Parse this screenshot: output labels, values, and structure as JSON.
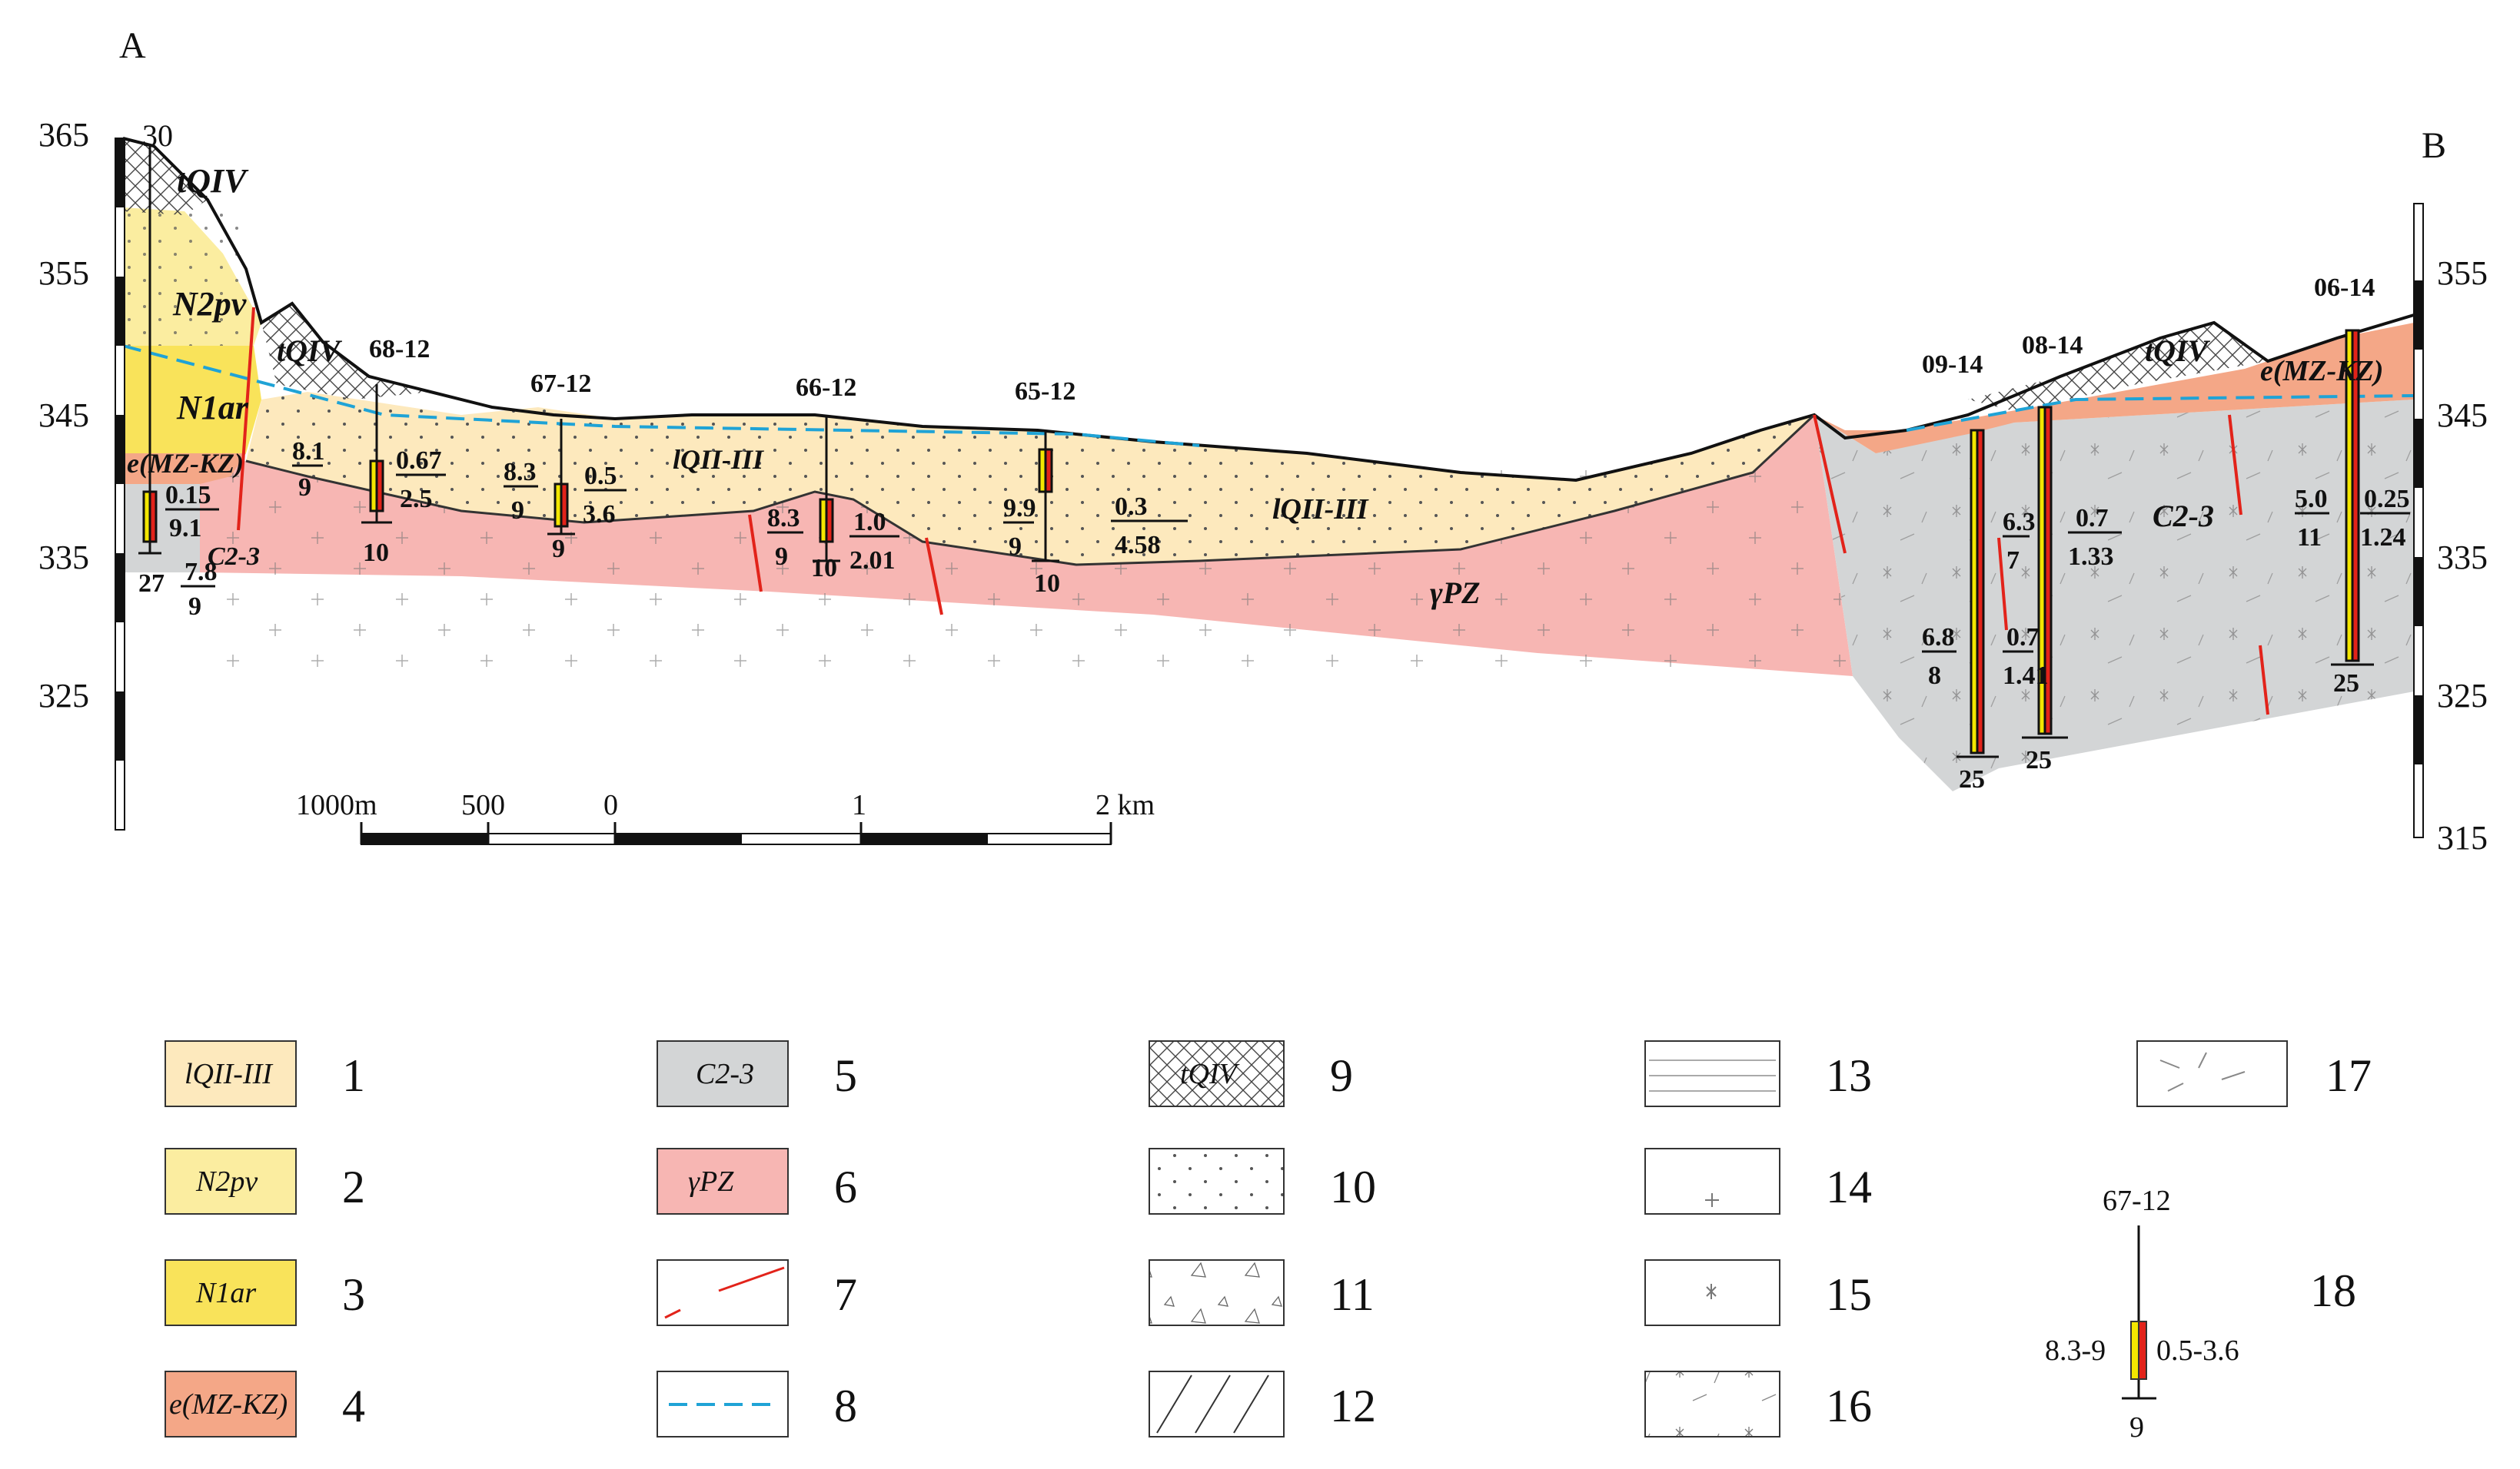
{
  "section": {
    "start": "A",
    "end": "B"
  },
  "elevation_left": [
    "365",
    "355",
    "345",
    "335",
    "325"
  ],
  "elevation_right": [
    "355",
    "345",
    "335",
    "325",
    "315"
  ],
  "units": {
    "tq_top": "tQIV",
    "n2pv": "N2pv",
    "n1ar": "N1ar",
    "e_left": "e(MZ-KZ)",
    "c_left": "C2-3",
    "tq_small": "tQIV",
    "lq_1": "lQII-III",
    "lq_2": "lQII-III",
    "gpz": "γPZ",
    "tq_right": "tQIV",
    "e_right": "e(MZ-KZ)",
    "c_right": "C2-3"
  },
  "wells": [
    {
      "id": "30",
      "top": "0.15",
      "bottom": "9.1",
      "left": "",
      "depth": "27",
      "extra_top": "7.8",
      "extra_bottom": "9"
    },
    {
      "id": "68-12",
      "left_top": "8.1",
      "left_bottom": "9",
      "top": "0.67",
      "bottom": "2.5",
      "depth": "10"
    },
    {
      "id": "67-12",
      "left_top": "8.3",
      "left_bottom": "9",
      "top": "0.5",
      "bottom": "3.6",
      "depth": "9"
    },
    {
      "id": "66-12",
      "left_top": "8.3",
      "left_bottom": "9",
      "top": "1.0",
      "bottom": "2.01",
      "depth": "10"
    },
    {
      "id": "65-12",
      "left_top": "9.9",
      "left_bottom": "9",
      "top": "0.3",
      "bottom": "4.58",
      "depth": "10"
    },
    {
      "id": "09-14",
      "left_top": "6.8",
      "left_bottom": "8",
      "top": "6.3",
      "bottom": "7",
      "depth": "25"
    },
    {
      "id": "08-14",
      "left_top": "0.7",
      "left_bottom": "1.41",
      "top": "0.7",
      "bottom": "1.33",
      "depth": "25"
    },
    {
      "id": "06-14",
      "left_top": "5.0",
      "left_bottom": "11",
      "top": "0.25",
      "bottom": "1.24",
      "depth": "25"
    }
  ],
  "scale": {
    "labels": [
      "1000m",
      "500",
      "0",
      "1",
      "2 km"
    ]
  },
  "legend": [
    {
      "num": "1",
      "tag": "lQII-III",
      "color": "#fde9bd"
    },
    {
      "num": "2",
      "tag": "N2pv",
      "color": "#fbeda0"
    },
    {
      "num": "3",
      "tag": "N1ar",
      "color": "#f9e35a"
    },
    {
      "num": "4",
      "tag": "e(MZ-KZ)",
      "color": "#f4a787"
    },
    {
      "num": "5",
      "tag": "C2-3",
      "color": "#d3d5d6"
    },
    {
      "num": "6",
      "tag": "γPZ",
      "color": "#f7b6b3"
    },
    {
      "num": "7",
      "tag": "",
      "color": "#ffffff"
    },
    {
      "num": "8",
      "tag": "",
      "color": "#ffffff"
    },
    {
      "num": "9",
      "tag": "tQIV",
      "color": "#ffffff"
    },
    {
      "num": "10",
      "tag": "",
      "color": "#ffffff"
    },
    {
      "num": "11",
      "tag": "",
      "color": "#ffffff"
    },
    {
      "num": "12",
      "tag": "",
      "color": "#ffffff"
    },
    {
      "num": "13",
      "tag": "",
      "color": "#ffffff"
    },
    {
      "num": "14",
      "tag": "",
      "color": "#ffffff"
    },
    {
      "num": "15",
      "tag": "",
      "color": "#ffffff"
    },
    {
      "num": "16",
      "tag": "",
      "color": "#ffffff"
    },
    {
      "num": "17",
      "tag": "",
      "color": "#ffffff"
    },
    {
      "num": "18",
      "tag": "",
      "color": "#ffffff"
    }
  ],
  "legend18": {
    "id": "67-12",
    "left": "8.3-9",
    "right": "0.5-3.6",
    "depth": "9"
  },
  "colors": {
    "lq": "#fde9bd",
    "n2pv": "#fbeda0",
    "n1ar": "#f9e35a",
    "e": "#f4a787",
    "c": "#d3d5d6",
    "gpz": "#f7b6b3",
    "fault": "#e8232a",
    "water": "#1fa3d6",
    "well_yellow": "#f3e600",
    "well_red": "#e2231a"
  }
}
